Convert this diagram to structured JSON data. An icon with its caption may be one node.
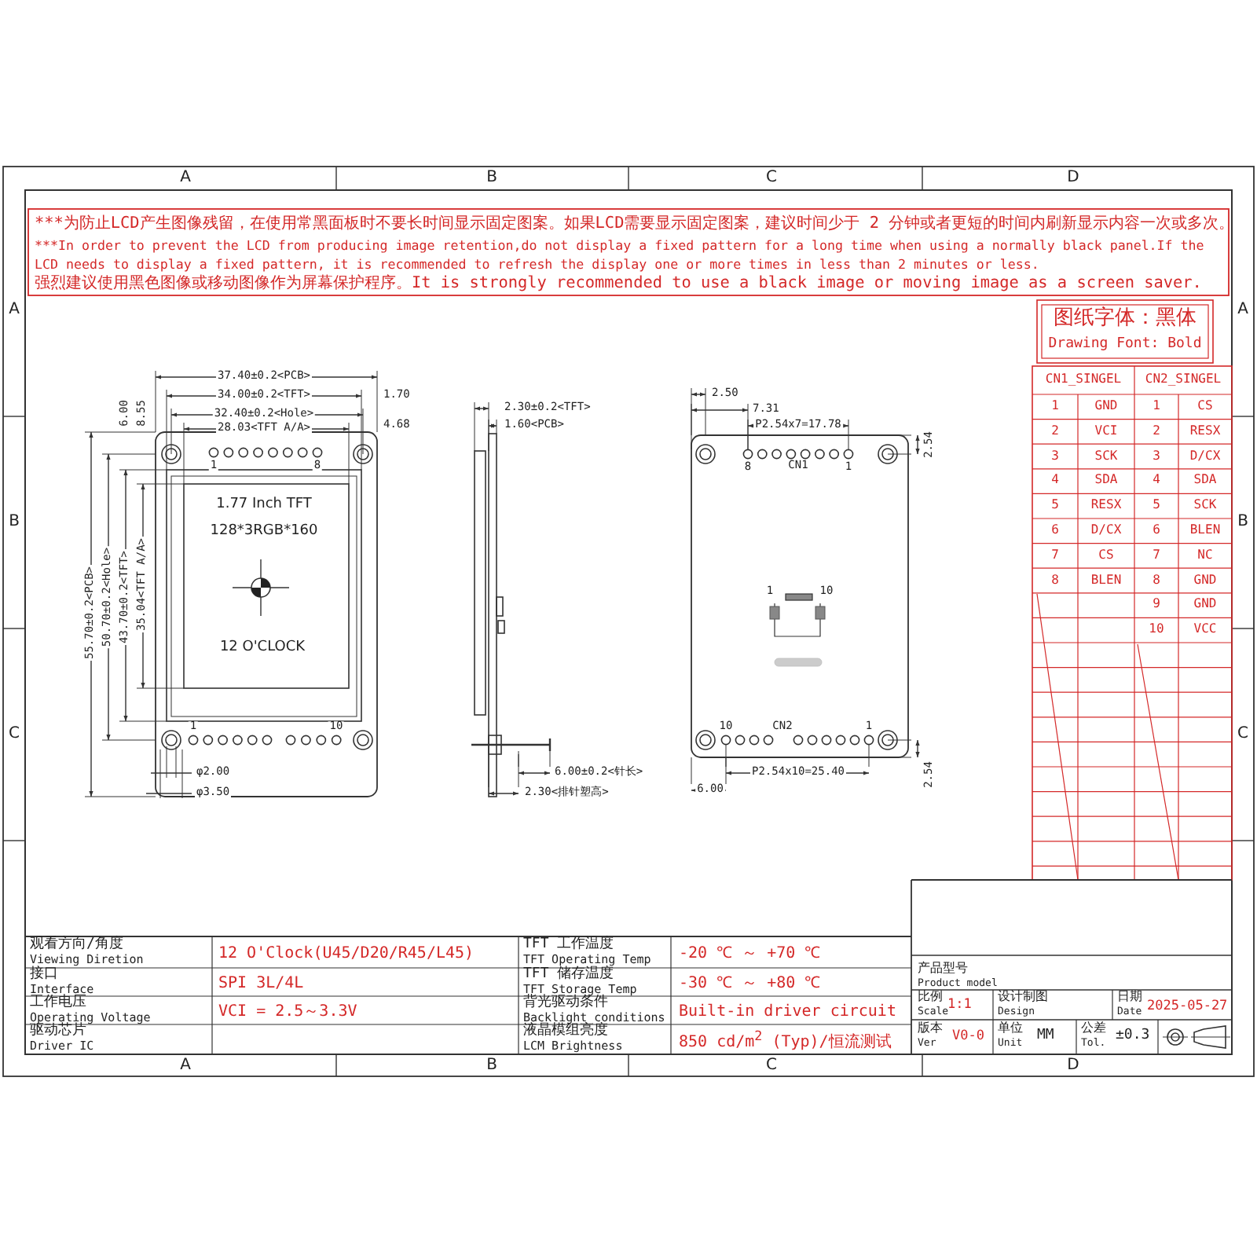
{
  "diagram": {
    "labels": [
      "A",
      "B",
      "C",
      "D",
      "A",
      "A",
      "B",
      "B",
      "C",
      "C",
      "***为防止LCD产生图像残留，在使用常黑面板时不要长时间显示固定图案。如果LCD需要显示固定图案，建议时间少于 2 分钟或者更短的时间内刷新显示内容一次或多次。",
      "***In order to prevent the LCD from producing image retention,do not display a fixed pattern for a long time when using a normally black panel.If the LCD needs to display a fixed pattern, it is recommended to refresh the display one or more times in less than 2 minutes or less.",
      "强烈建议使用黑色图像或移动图像作为屏幕保护程序。It is strongly recommended to use a black image or moving image as a screen saver.",
      "图纸字体：黑体",
      "Drawing Font: Bold",
      "37.40±0.2<PCB>",
      "34.00±0.2<TFT>",
      "1.70",
      "32.40±0.2<Hole>",
      "28.03<TFT A/A>",
      "4.68",
      "6.00",
      "8.55",
      "1",
      "8",
      "55.70±0.2<PCB>",
      "50.70±0.2<Hole>",
      "43.70±0.2<TFT>",
      "35.04<TFT A/A>",
      "1.77 Inch TFT",
      "128*3RGB*160",
      "12 O'CLOCK",
      "1",
      "10",
      "φ2.00",
      "φ3.50",
      "2.30±0.2<TFT>",
      "1.60<PCB>",
      "6.00±0.2<针长>",
      "2.30<排针塑高>",
      "2.50",
      "7.31",
      "P2.54x7=17.78",
      "2.54",
      "8",
      "CN1",
      "1",
      "1",
      "10",
      "10",
      "CN2",
      "1",
      "P2.54x10=25.40",
      "6.00",
      "2.54",
      "CN1_SINGEL",
      "CN2_SINGEL",
      "1",
      "GND",
      "1",
      "CS",
      "2",
      "VCI",
      "2",
      "RESX",
      "3",
      "SCK",
      "3",
      "D/CX",
      "4",
      "SDA",
      "4",
      "SDA",
      "5",
      "RESX",
      "5",
      "SCK",
      "6",
      "D/CX",
      "6",
      "BLEN",
      "7",
      "CS",
      "7",
      "NC",
      "8",
      "BLEN",
      "8",
      "GND",
      "9",
      "GND",
      "10",
      "VCC",
      "观看方向/角度",
      "Viewing Diretion",
      "12 O'Clock(U45/D20/R45/L45)",
      "TFT 工作温度",
      "TFT Operating Temp",
      "-20 ℃ ～ +70 ℃",
      "接口",
      "Interface",
      "SPI 3L/4L",
      "TFT 储存温度",
      "TFT Storage Temp",
      "-30 ℃ ～ +80 ℃",
      "工作电压",
      "Operating Voltage",
      "VCI = 2.5～3.3V",
      "背光驱动条件",
      "Backlight conditions",
      "Built-in driver circuit",
      "驱动芯片",
      "Driver IC",
      "液晶模组亮度",
      "LCM Brightness",
      "850 cd/m$^{2}$ (Typ)/恒流测试",
      "产品型号",
      "Product model",
      "比例",
      "Scale",
      "1:1",
      "设计制图",
      "Design",
      "日期",
      "Date",
      "2025-05-27",
      "版本",
      "Ver",
      "V0-0",
      "单位",
      "Unit",
      "MM",
      "公差",
      "Tol.",
      "±0.3",
      "A",
      "B",
      "C",
      "D"
    ]
  }
}
